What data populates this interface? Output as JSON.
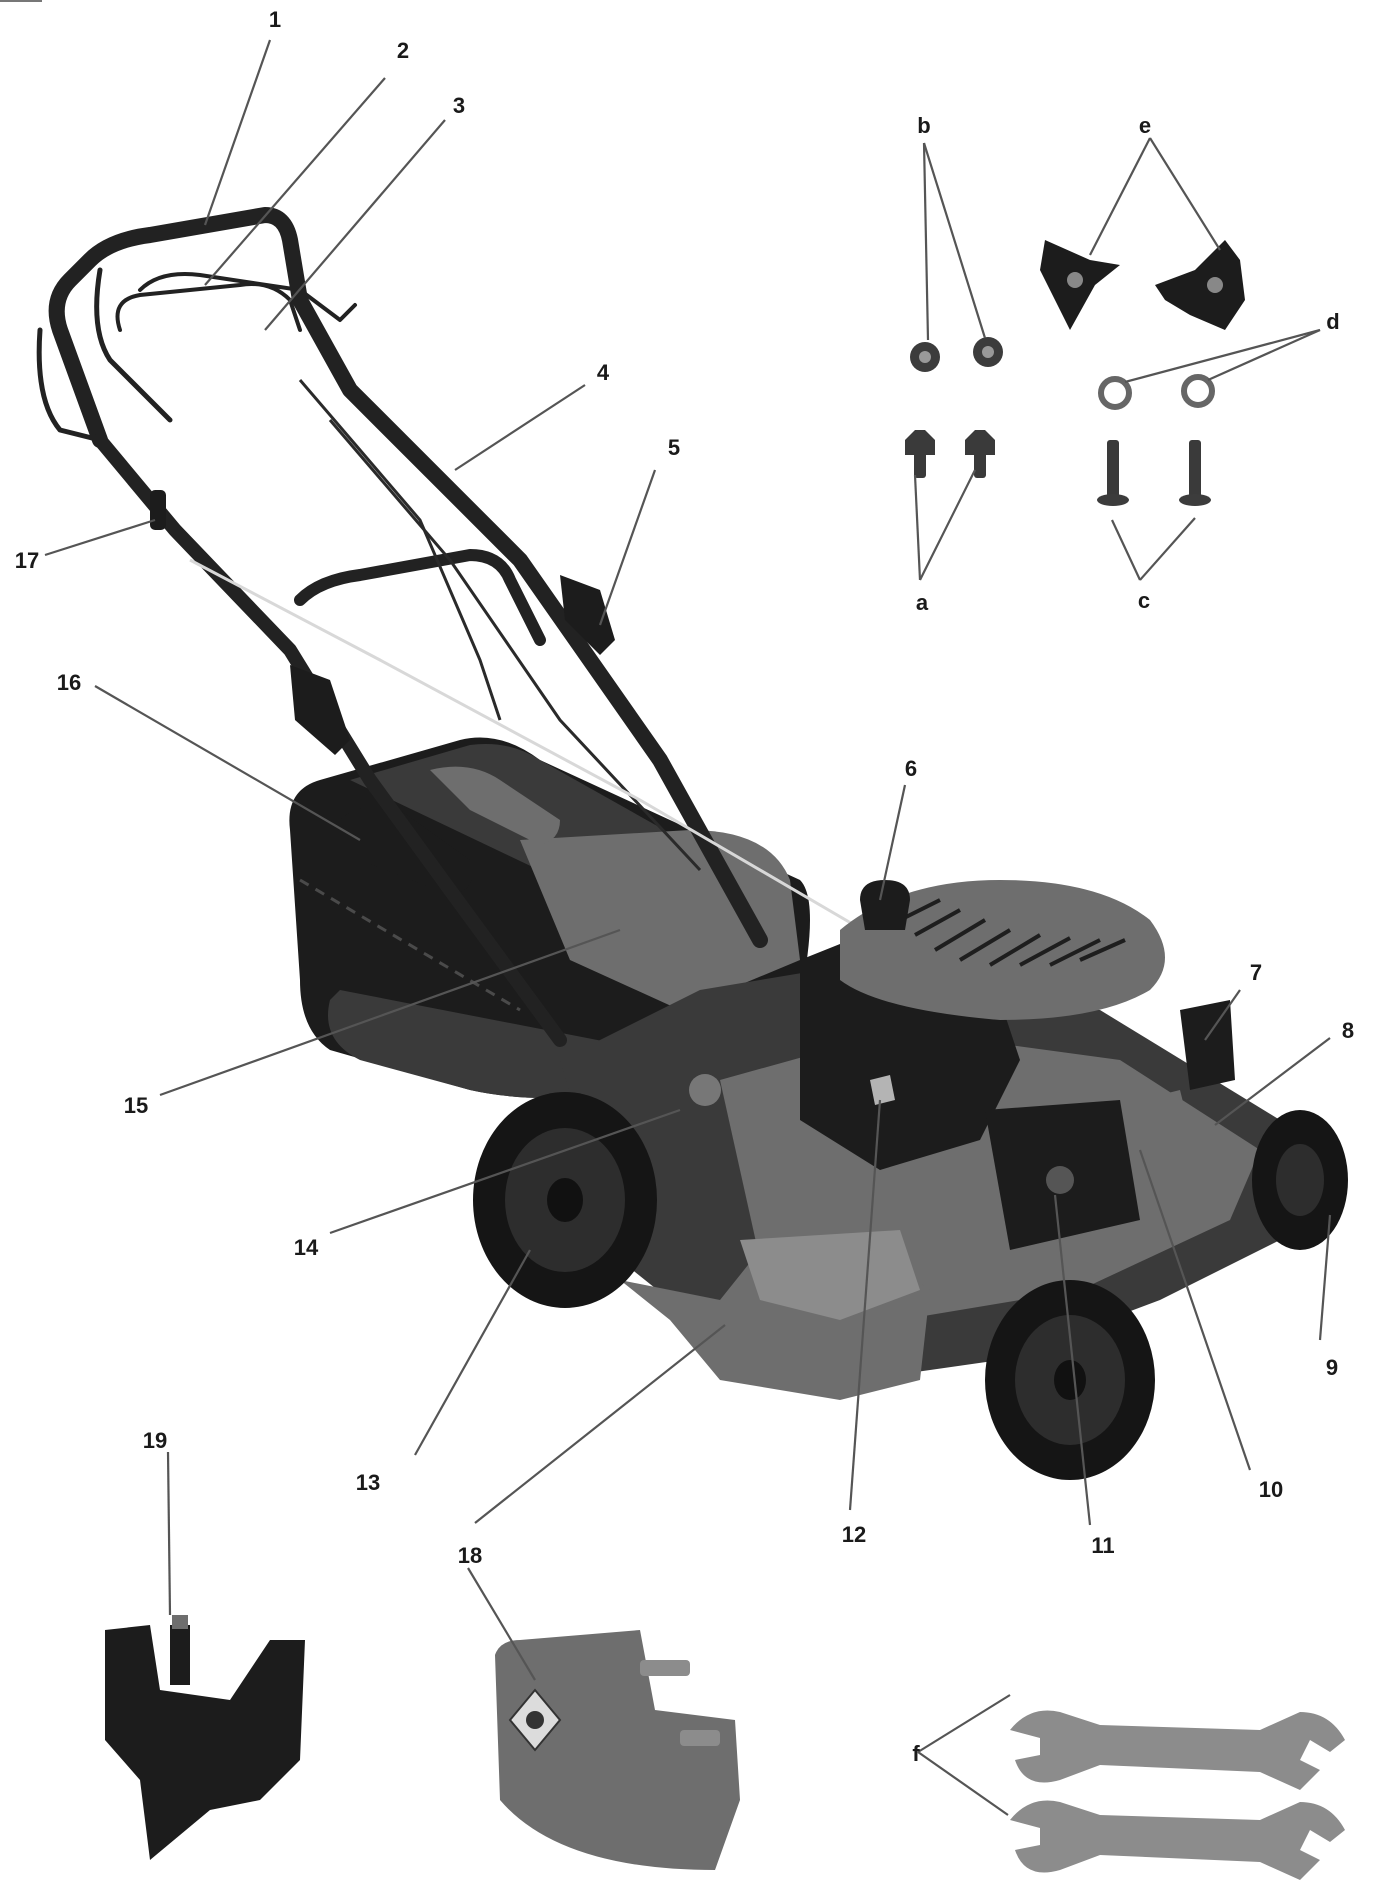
{
  "callouts": {
    "n1": "1",
    "n2": "2",
    "n3": "3",
    "n4": "4",
    "n5": "5",
    "n6": "6",
    "n7": "7",
    "n8": "8",
    "n9": "9",
    "n10": "10",
    "n11": "11",
    "n12": "12",
    "n13": "13",
    "n14": "14",
    "n15": "15",
    "n16": "16",
    "n17": "17",
    "n18": "18",
    "n19": "19",
    "a": "a",
    "b": "b",
    "c": "c",
    "d": "d",
    "e": "e",
    "f": "f"
  }
}
